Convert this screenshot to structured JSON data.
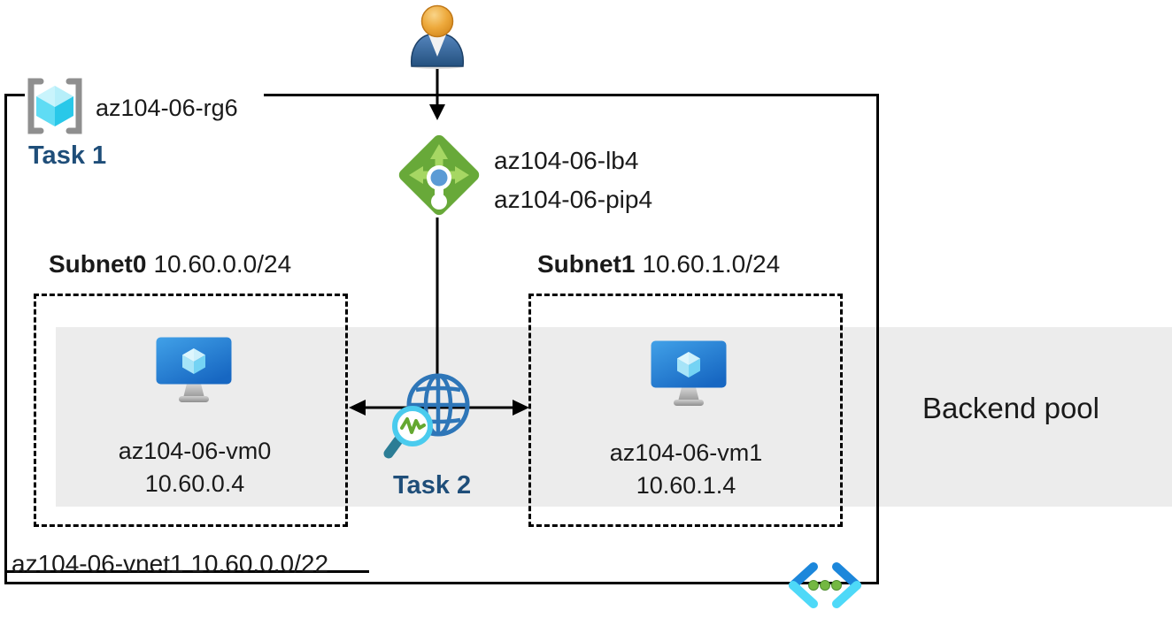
{
  "diagram": {
    "resource_group": {
      "label": "az104-06-rg6"
    },
    "task1_label": "Task 1",
    "task2_label": "Task 2",
    "load_balancer": {
      "line1": "az104-06-lb4",
      "line2": "az104-06-pip4"
    },
    "subnet0": {
      "name": "Subnet0",
      "cidr": "10.60.0.0/24",
      "vm": {
        "name": "az104-06-vm0",
        "ip": "10.60.0.4"
      }
    },
    "subnet1": {
      "name": "Subnet1",
      "cidr": "10.60.1.0/24",
      "vm": {
        "name": "az104-06-vm1",
        "ip": "10.60.1.4"
      }
    },
    "backend_pool_label": "Backend pool",
    "vnet": {
      "name": "az104-06-vnet1",
      "cidr": "10.60.0.0/22"
    },
    "icons": {
      "user": "user-icon",
      "resource_group": "resource-group-icon",
      "load_balancer": "load-balancer-icon",
      "vm0": "virtual-machine-icon",
      "vm1": "virtual-machine-icon",
      "monitor_globe": "globe-magnifier-icon",
      "vnet": "virtual-network-icon"
    },
    "colors": {
      "task_text": "#1f4e79",
      "backend_band": "#ececec",
      "border": "#000000",
      "lb_green": "#68a939",
      "lb_arrow_green": "#a6d763",
      "lb_dot_blue": "#5b9bd5",
      "globe_blue": "#2e76b8",
      "magnifier_cyan": "#4acbee",
      "pulse_green": "#64a830",
      "vm_blue_top": "#41a1e8",
      "vm_blue_bottom": "#1767c2",
      "cube_cyan": "#50d7f0",
      "vnet_dark_blue": "#1c87db",
      "vnet_cyan": "#4ed9f8",
      "vnet_dot_green": "#74b842",
      "bracket_gray": "#8f8f8f",
      "person_head": "#e8a13c",
      "person_body": "#3a6ea8"
    }
  }
}
